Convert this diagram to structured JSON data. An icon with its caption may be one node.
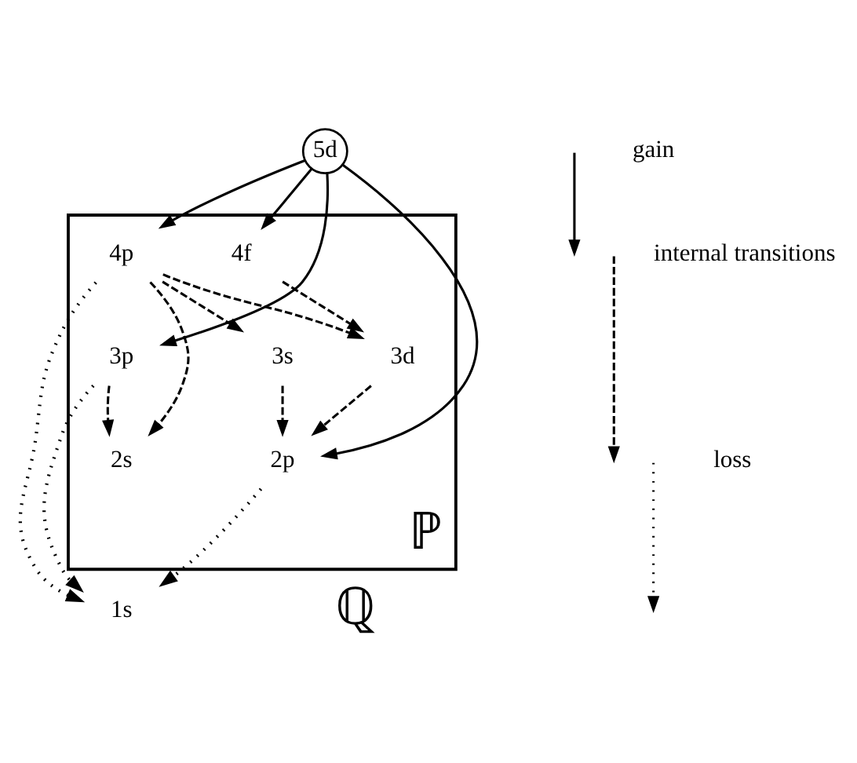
{
  "diagram": {
    "nodes": [
      {
        "text": [
          "5d"
        ]
      },
      {
        "text": [
          "ℙ"
        ]
      },
      {
        "text": [
          "4p"
        ],
        "in": 1
      },
      {
        "text": [
          "4f"
        ],
        "in": 1
      },
      {
        "text": [
          "3s"
        ],
        "in": 1
      },
      {
        "text": [
          "3p"
        ],
        "in": 1
      },
      {
        "text": [
          "3d"
        ],
        "in": 1
      },
      {
        "text": [
          "2s"
        ],
        "in": 1
      },
      {
        "text": [
          "2p"
        ],
        "in": 1
      },
      {
        "text": [
          "1s"
        ]
      }
    ],
    "edges": [
      {
        "from": 0,
        "to": 2,
        "arrow": "to"
      },
      {
        "from": 0,
        "to": 5,
        "arrow": "to"
      },
      {
        "from": 0,
        "to": 8,
        "arrow": "to"
      },
      {
        "from": 0,
        "to": 3,
        "arrow": "to"
      },
      {
        "from": 2,
        "to": 4,
        "arrow": "to",
        "style": "dashed"
      },
      {
        "from": 2,
        "to": 6,
        "arrow": "to",
        "style": "dashed"
      },
      {
        "from": 3,
        "to": 6,
        "arrow": "to",
        "style": "dashed"
      },
      {
        "from": 2,
        "to": 7,
        "arrow": "to",
        "style": "dashed"
      },
      {
        "from": 4,
        "to": 8,
        "arrow": "to",
        "style": "dashed"
      },
      {
        "from": 5,
        "to": 7,
        "arrow": "to",
        "style": "dashed"
      },
      {
        "from": 6,
        "to": 8,
        "arrow": "to",
        "style": "dashed"
      },
      {
        "from": 2,
        "to": 9,
        "arrow": "to",
        "style": "dashed"
      },
      {
        "from": 5,
        "to": 9,
        "arrow": "to",
        "style": "dashed"
      },
      {
        "from": 8,
        "to": 9,
        "arrow": "to",
        "style": "dashed"
      }
    ],
    "labels": [
      "ℚ"
    ],
    "legend": [
      {
        "text": "gain"
      },
      {
        "text": "internal transitions"
      },
      {
        "text": "loss"
      }
    ]
  }
}
